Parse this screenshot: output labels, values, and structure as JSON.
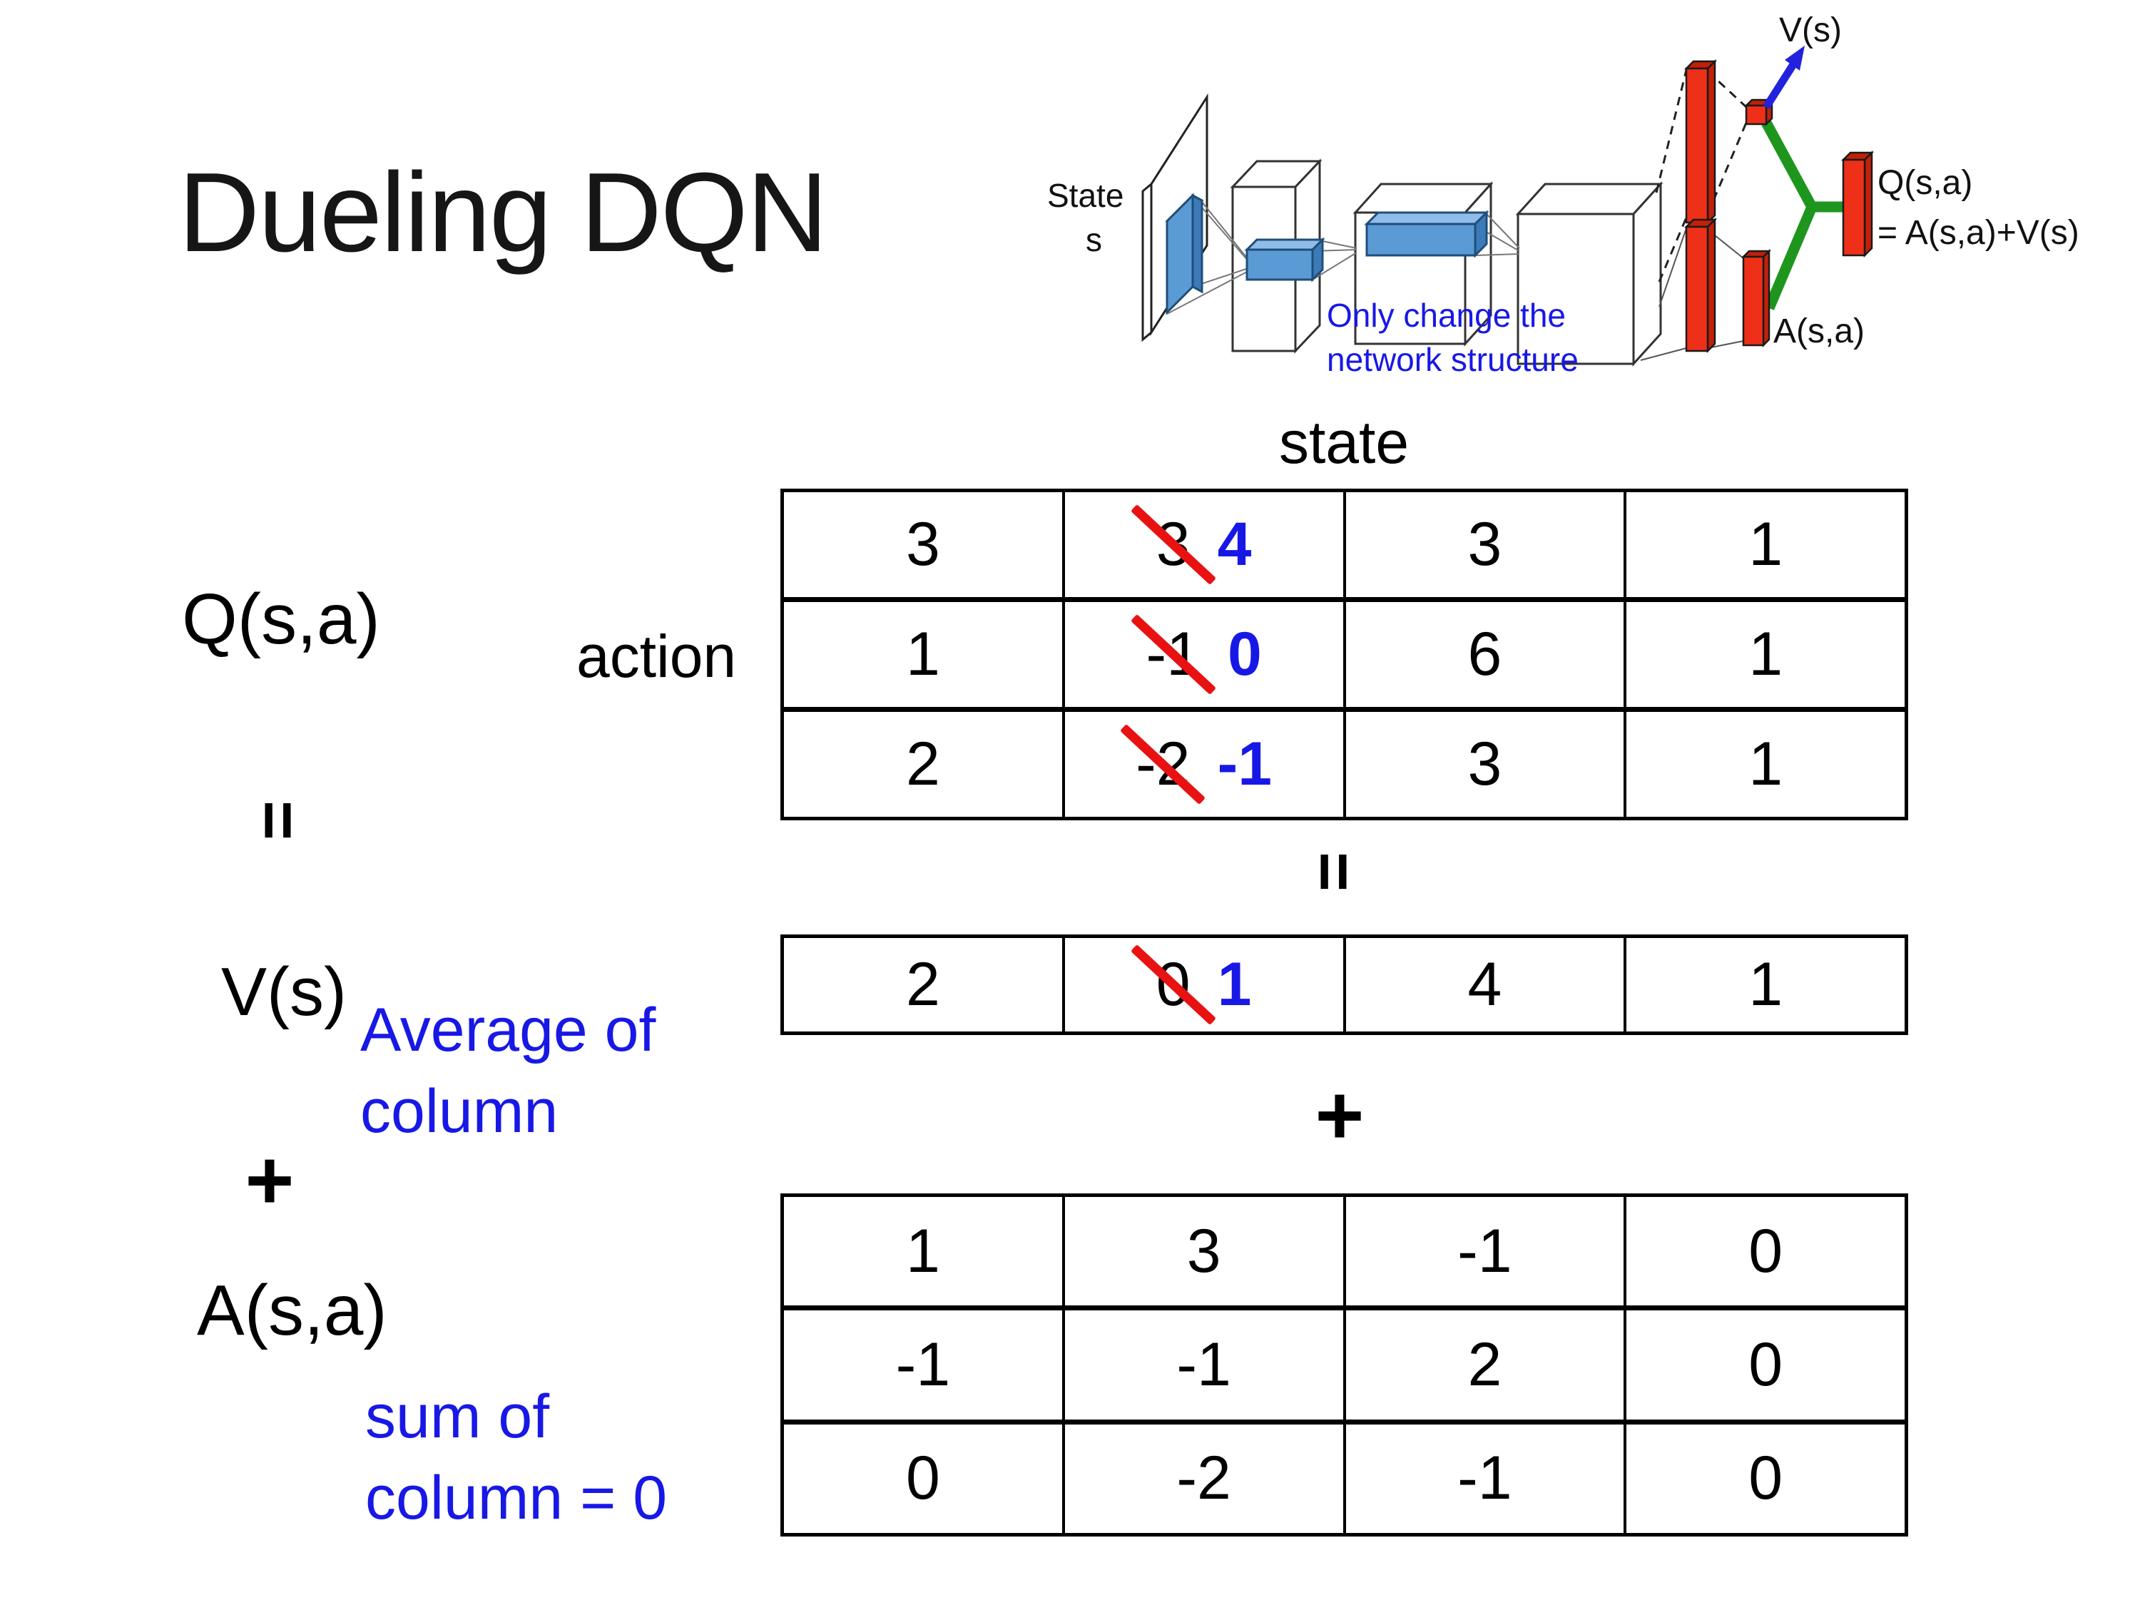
{
  "slide": {
    "title": "Dueling DQN"
  },
  "diagram": {
    "state_line1": "State",
    "state_line2": "s",
    "note_line1": "Only change the",
    "note_line2": "network structure",
    "v_out": "V(s)",
    "q_out_line1": "Q(s,a)",
    "q_out_line2": "= A(s,a)+V(s)",
    "a_out": "A(s,a)"
  },
  "equation": {
    "q_label": "Q(s,a)",
    "state_header": "state",
    "action_label": "action",
    "equals_symbol": "=",
    "plus_symbol": "+",
    "v_label": "V(s)",
    "a_label": "A(s,a)",
    "avg_line1": "Average of",
    "avg_line2": "column",
    "sum_line1": "sum of",
    "sum_line2": "column = 0"
  },
  "q_table": {
    "rows": [
      [
        {
          "v": "3"
        },
        {
          "old": "3",
          "new": "4"
        },
        {
          "v": "3"
        },
        {
          "v": "1"
        }
      ],
      [
        {
          "v": "1"
        },
        {
          "old": "-1",
          "new": "0"
        },
        {
          "v": "6"
        },
        {
          "v": "1"
        }
      ],
      [
        {
          "v": "2"
        },
        {
          "old": "-2",
          "new": "-1"
        },
        {
          "v": "3"
        },
        {
          "v": "1"
        }
      ]
    ]
  },
  "v_table": {
    "rows": [
      [
        {
          "v": "2"
        },
        {
          "old": "0",
          "new": "1"
        },
        {
          "v": "4"
        },
        {
          "v": "1"
        }
      ]
    ]
  },
  "a_table": {
    "rows": [
      [
        {
          "v": "1"
        },
        {
          "v": "3"
        },
        {
          "v": "-1"
        },
        {
          "v": "0"
        }
      ],
      [
        {
          "v": "-1"
        },
        {
          "v": "-1"
        },
        {
          "v": "2"
        },
        {
          "v": "0"
        }
      ],
      [
        {
          "v": "0"
        },
        {
          "v": "-2"
        },
        {
          "v": "-1"
        },
        {
          "v": "0"
        }
      ]
    ]
  },
  "colors": {
    "blue": "#1818e6",
    "red": "#e81212",
    "green": "#1e961e",
    "bar_red": "#ee3018",
    "bar_red_dark": "#c22008",
    "box_blue": "#5b9bd5",
    "box_blue_dark": "#3d7ab8",
    "box_blue_light": "#8fbce8",
    "arrow_blue": "#2222dd"
  }
}
